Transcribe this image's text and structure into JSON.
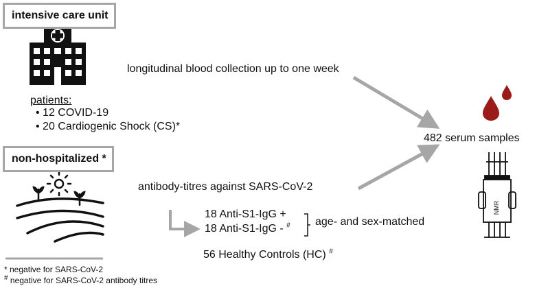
{
  "icu": {
    "title": "intensive care unit",
    "patients_label": "patients:",
    "patients": [
      "12 COVID-19",
      "20 Cardiogenic Shock (CS)*"
    ]
  },
  "collection": {
    "label": "longitudinal blood collection up to one week"
  },
  "non_hosp": {
    "title": "non-hospitalized *"
  },
  "antibody": {
    "label": "antibody-titres against SARS-CoV-2",
    "pos": "18 Anti-S1-IgG +",
    "neg": "18 Anti-S1-IgG -",
    "neg_mark": "#",
    "matched": "age- and sex-matched",
    "controls": "56 Healthy Controls (HC)",
    "controls_mark": "#"
  },
  "output": {
    "samples": "482 serum samples",
    "instrument": "NMR"
  },
  "footnotes": {
    "star_mark": "*",
    "star": " negative for SARS-CoV-2",
    "hash_mark": "#",
    "hash": " negative for SARS-CoV-2 antibody titres"
  },
  "colors": {
    "arrow": "#a6a6a6",
    "blood": "#9b1b1b",
    "icon": "#111111"
  }
}
